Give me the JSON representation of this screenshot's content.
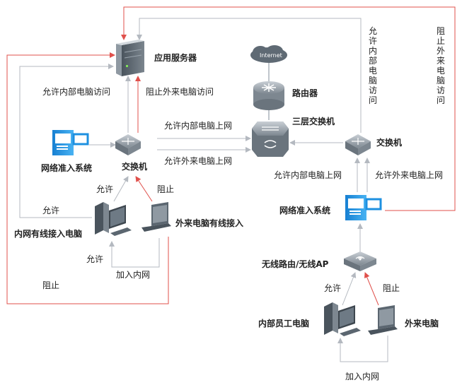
{
  "colors": {
    "allow_line": "#b4b9c0",
    "block_line": "#e0504b",
    "device_dark": "#5b6670",
    "device_light": "#aab2ba",
    "nac_blue": "#1e90e0"
  },
  "devices": {
    "app_server": "应用服务器",
    "internet": "Internet",
    "router": "路由器",
    "l3_switch": "三层交换机",
    "left_switch": "交换机",
    "left_nac": "网络准入系统",
    "right_switch": "交换机",
    "right_nac": "网络准入系统",
    "wireless_ap": "无线路由/无线AP",
    "left_internal_pc": "内网有线接入电脑",
    "left_external_pc": "外来电脑有线接入",
    "right_internal_pc": "内部员工电脑",
    "right_external_pc": "外来电脑"
  },
  "labels": {
    "allow_internal_access": "允许内部电脑访问",
    "block_external_access": "阻止外来电脑访问",
    "allow_internal_internet": "允许内部电脑上网",
    "allow_external_internet": "允许外来电脑上网",
    "right_allow_internal_internet": "允许内部电脑上网",
    "right_allow_external_internet": "允许外来电脑上网",
    "v_allow_internal_access": "允许内部电脑访问",
    "v_block_external_access": "阻止外来电脑访问",
    "left_allow": "允许",
    "left_block": "阻止",
    "left_allow_side": "允许",
    "left_join_allow": "允许",
    "left_join": "加入内网",
    "left_block_bottom": "阻止",
    "right_allow": "允许",
    "right_block": "阻止",
    "right_join": "加入内网"
  }
}
